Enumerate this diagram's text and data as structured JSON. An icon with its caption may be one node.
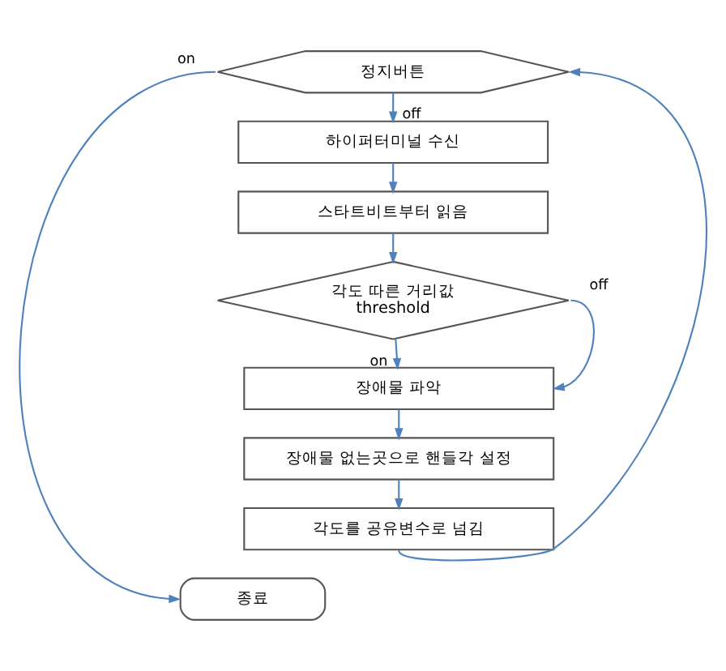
{
  "diagram": {
    "nodes": [
      {
        "text": [
          "정지버튼"
        ]
      },
      {
        "text": [
          "하이퍼터미널 수신"
        ]
      },
      {
        "text": [
          "스타트비트부터 읽음"
        ]
      },
      {
        "text": [
          "각도 따른 거리값 threshold"
        ]
      },
      {
        "text": [
          "장애물 파악"
        ]
      },
      {
        "text": [
          "장애물 없는곳으로 핸들각 설정"
        ]
      },
      {
        "text": [
          "각도를 공유변수로 넘김"
        ]
      },
      {
        "text": [
          "종료"
        ]
      }
    ],
    "edges": [
      {
        "from": 0,
        "to": 7,
        "arrow": "to",
        "label": "on"
      },
      {
        "from": 0,
        "to": 1,
        "arrow": "to",
        "label": "off"
      },
      {
        "from": 1,
        "to": 2,
        "arrow": "to"
      },
      {
        "from": 2,
        "to": 3,
        "arrow": "to"
      },
      {
        "from": 3,
        "to": 4,
        "arrow": "to",
        "label": "off"
      },
      {
        "from": 3,
        "to": 4,
        "arrow": "to",
        "label": "on"
      },
      {
        "from": 4,
        "to": 5,
        "arrow": "to"
      },
      {
        "from": 5,
        "to": 6,
        "arrow": "to"
      },
      {
        "from": 6,
        "to": 0,
        "arrow": "to"
      }
    ]
  }
}
